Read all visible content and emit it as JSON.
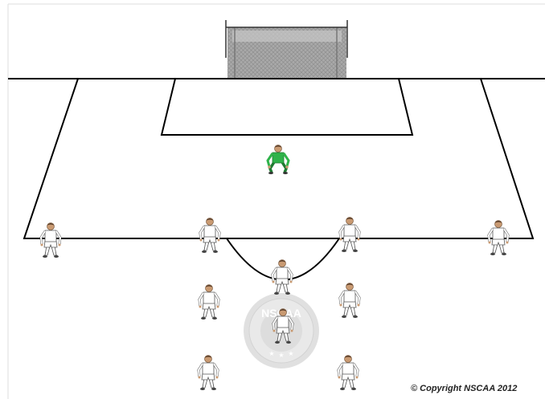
{
  "diagram": {
    "copyright": "© Copyright NSCAA 2012",
    "watermark": {
      "top_text": "NSCAA",
      "logo": "nscaa-seal-watermark"
    },
    "colors": {
      "background": "#ffffff",
      "lines": "#000000",
      "goal_net": "#9e9e9e",
      "outfield_kit": "#ffffff",
      "goalkeeper_kit": "#2fb34a",
      "skin": "#c99a72",
      "watermark": "#bdbdbd"
    },
    "players": {
      "goalkeeper_count": 1,
      "outfield_count": 10
    }
  }
}
